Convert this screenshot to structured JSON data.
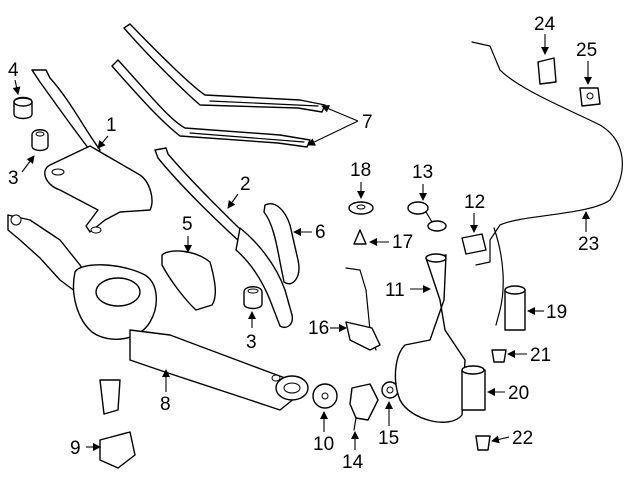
{
  "callouts": [
    {
      "id": "p1",
      "label": "1"
    },
    {
      "id": "p2",
      "label": "2"
    },
    {
      "id": "p3a",
      "label": "3"
    },
    {
      "id": "p3b",
      "label": "3"
    },
    {
      "id": "p4",
      "label": "4"
    },
    {
      "id": "p5",
      "label": "5"
    },
    {
      "id": "p6",
      "label": "6"
    },
    {
      "id": "p7",
      "label": "7"
    },
    {
      "id": "p8",
      "label": "8"
    },
    {
      "id": "p9",
      "label": "9"
    },
    {
      "id": "p10",
      "label": "10"
    },
    {
      "id": "p11",
      "label": "11"
    },
    {
      "id": "p12",
      "label": "12"
    },
    {
      "id": "p13",
      "label": "13"
    },
    {
      "id": "p14",
      "label": "14"
    },
    {
      "id": "p15",
      "label": "15"
    },
    {
      "id": "p16",
      "label": "16"
    },
    {
      "id": "p17",
      "label": "17"
    },
    {
      "id": "p18",
      "label": "18"
    },
    {
      "id": "p19",
      "label": "19"
    },
    {
      "id": "p20",
      "label": "20"
    },
    {
      "id": "p21",
      "label": "21"
    },
    {
      "id": "p22",
      "label": "22"
    },
    {
      "id": "p23",
      "label": "23"
    },
    {
      "id": "p24",
      "label": "24"
    },
    {
      "id": "p25",
      "label": "25"
    }
  ],
  "colors": {
    "line": "#000000",
    "background": "#ffffff"
  }
}
